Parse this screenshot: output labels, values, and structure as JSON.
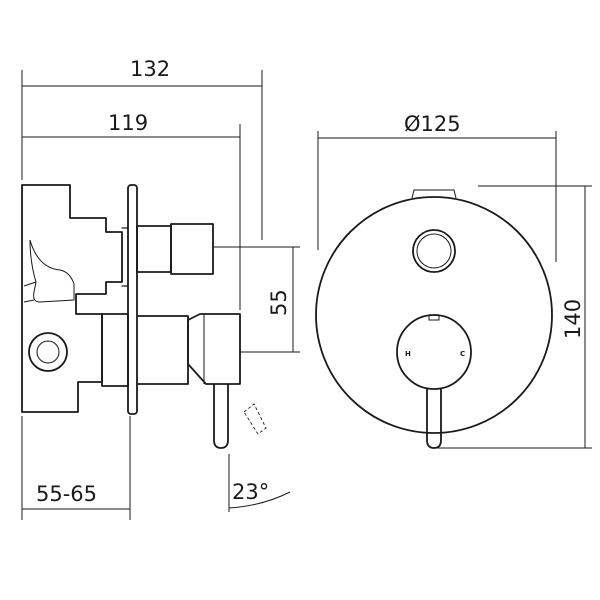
{
  "dimensions": {
    "overall_depth": "132",
    "body_depth": "119",
    "outlet_spacing": "55",
    "wall_cavity": "55-65",
    "lever_angle": "23°",
    "plate_diameter": "Ø125",
    "plate_height": "140"
  },
  "handle_marks": {
    "hot": "H",
    "cold": "C"
  },
  "colors": {
    "line": "#1a1a1a",
    "background": "#ffffff"
  }
}
